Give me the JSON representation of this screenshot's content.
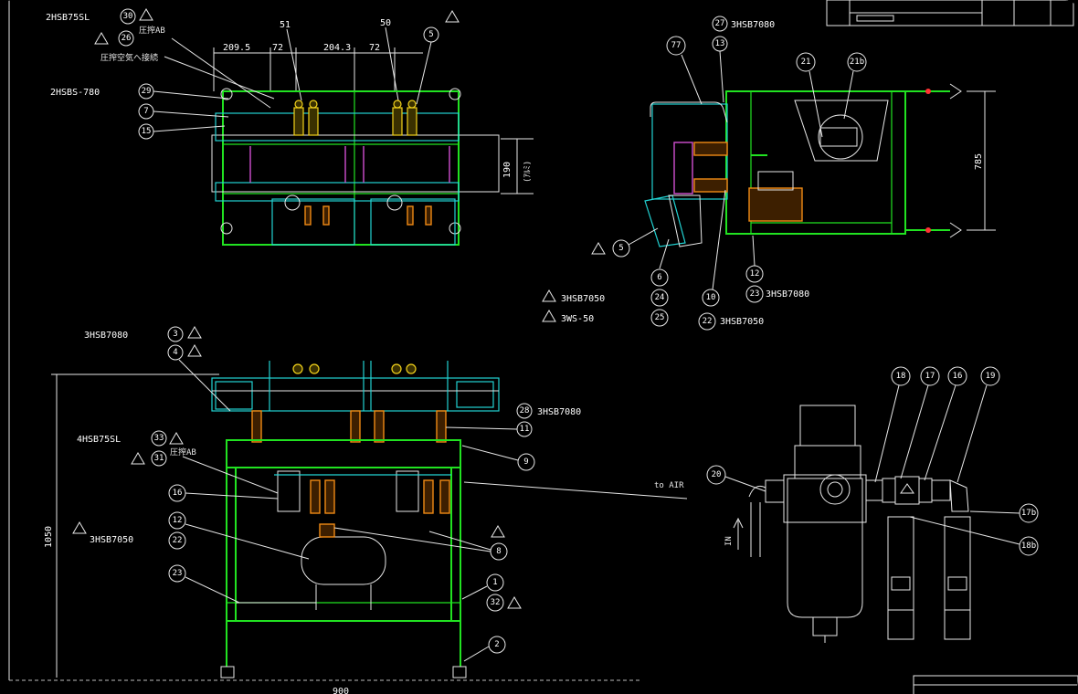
{
  "top_view": {
    "dims": [
      "209.5",
      "72",
      "204.3",
      "72",
      "51",
      "50"
    ],
    "height_dim": "190",
    "height_dim_note": "(ｱﾙﾐ)",
    "callouts": [
      {
        "id": "30",
        "text": "2HSB75SL"
      },
      {
        "id": "26",
        "text": "圧搾AB"
      },
      {
        "id": "",
        "text": "圧搾空気へ接続"
      },
      {
        "id": "29",
        "text": "2HSBS-780"
      },
      {
        "id": "7",
        "text": ""
      },
      {
        "id": "15",
        "text": ""
      },
      {
        "id": "5",
        "text": ""
      }
    ]
  },
  "side_view": {
    "height_dim": "785",
    "callouts": [
      {
        "id": "27",
        "text": "3HSB7080"
      },
      {
        "id": "13",
        "text": ""
      },
      {
        "id": "77",
        "text": ""
      },
      {
        "id": "21",
        "text": ""
      },
      {
        "id": "21b",
        "text": ""
      },
      {
        "id": "5",
        "text": ""
      },
      {
        "id": "6",
        "text": ""
      },
      {
        "id": "12",
        "text": ""
      },
      {
        "id": "10",
        "text": ""
      },
      {
        "id": "23",
        "text": "3HSB7080"
      },
      {
        "id": "24",
        "text": "3HSB7050"
      },
      {
        "id": "25",
        "text": "3WS-50"
      },
      {
        "id": "22",
        "text": "3HSB7050"
      }
    ]
  },
  "front_view": {
    "height_dim": "1050",
    "bottom_dim": "900",
    "air_label": "to AIR",
    "callouts": [
      {
        "id": "3",
        "text": "3HSB7080"
      },
      {
        "id": "4",
        "text": ""
      },
      {
        "id": "28",
        "text": "3HSB7080"
      },
      {
        "id": "11",
        "text": ""
      },
      {
        "id": "9",
        "text": ""
      },
      {
        "id": "33",
        "text": "4HSB75SL"
      },
      {
        "id": "31",
        "text": "圧搾AB"
      },
      {
        "id": "16",
        "text": ""
      },
      {
        "id": "12",
        "text": ""
      },
      {
        "id": "22",
        "text": "3HSB7050"
      },
      {
        "id": "23",
        "text": ""
      },
      {
        "id": "8",
        "text": ""
      },
      {
        "id": "1",
        "text": ""
      },
      {
        "id": "32",
        "text": ""
      },
      {
        "id": "2",
        "text": ""
      }
    ]
  },
  "detail_view": {
    "flow_label": "IN",
    "callouts": [
      {
        "id": "20",
        "text": ""
      },
      {
        "id": "18",
        "text": ""
      },
      {
        "id": "17",
        "text": ""
      },
      {
        "id": "16",
        "text": ""
      },
      {
        "id": "19",
        "text": ""
      },
      {
        "id": "17b",
        "text": ""
      },
      {
        "id": "18b",
        "text": ""
      }
    ]
  },
  "title_block": {
    "fields": [
      "",
      "",
      "",
      ""
    ]
  },
  "colors": {
    "frame": "#21e221",
    "accent": "#22d3d3",
    "fitting": "#f2d21b",
    "cylinder": "#f08a14",
    "magenta": "#d14fd1",
    "line": "#e8e8e8"
  }
}
